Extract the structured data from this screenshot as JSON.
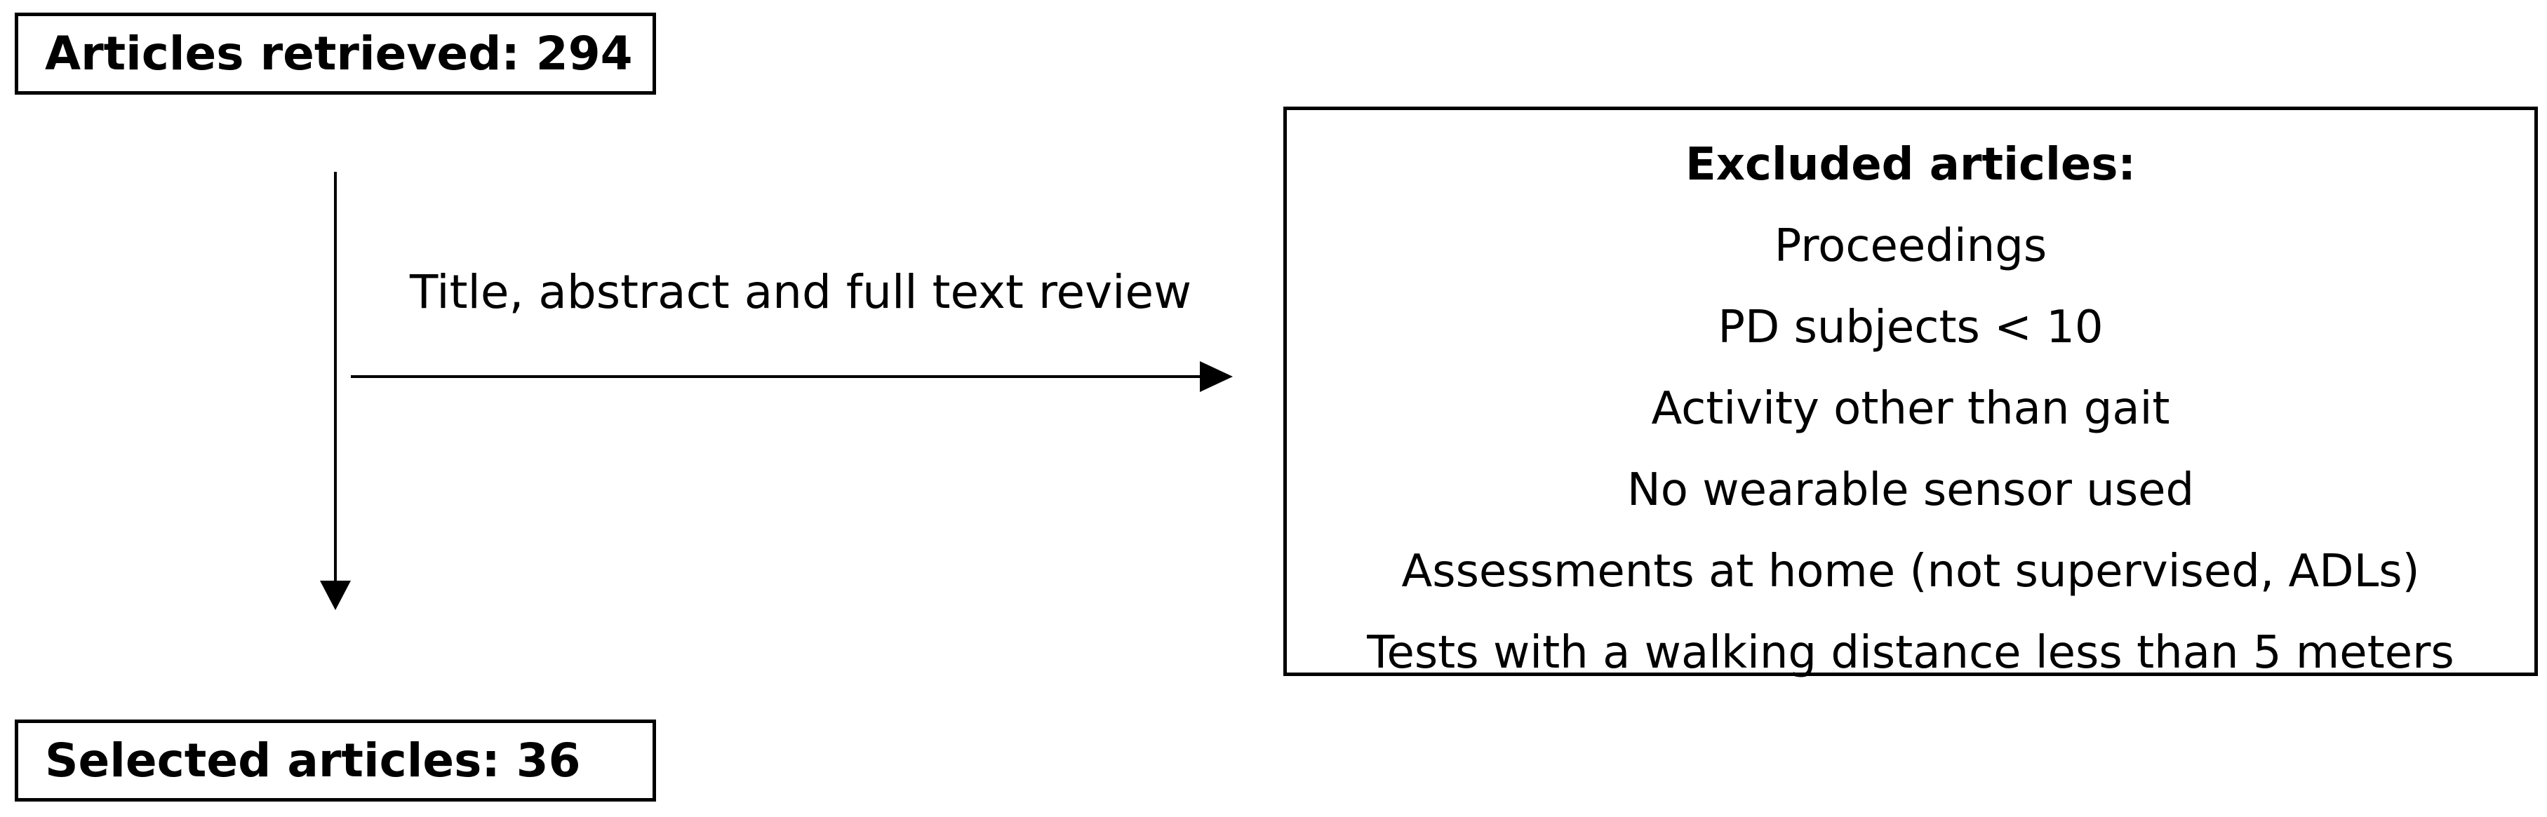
{
  "retrieved_box": {
    "label": "Articles retrieved: 294"
  },
  "selected_box": {
    "label": "Selected articles: 36"
  },
  "review_step": {
    "label": "Title, abstract and full text review"
  },
  "excluded_box": {
    "title": "Excluded articles:",
    "items": [
      "Proceedings",
      "PD subjects < 10",
      "Activity other than gait",
      "No wearable sensor used",
      "Assessments at home (not supervised, ADLs)",
      "Tests with a walking distance less than 5 meters"
    ]
  }
}
